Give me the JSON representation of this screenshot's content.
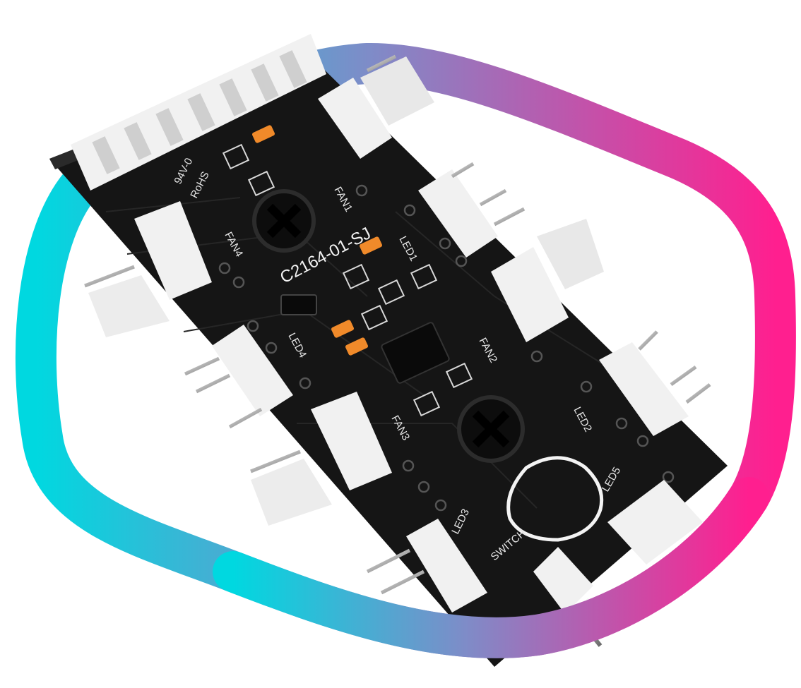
{
  "colors": {
    "ring_start": "#00D8E0",
    "ring_mid": "#7E8CC8",
    "ring_end": "#FF1F8F",
    "board": "#151515",
    "connector": "#F1F1F1",
    "smd_orange": "#F08A2A"
  },
  "board": {
    "model": "C2164-01-SJ",
    "rating": "94V-0",
    "compliance": "RoHS",
    "labels": {
      "fan1": "FAN1",
      "fan2": "FAN2",
      "fan3": "FAN3",
      "fan4": "FAN4",
      "led1": "LED1",
      "led2": "LED2",
      "led3": "LED3",
      "led4": "LED4",
      "led5": "LED5",
      "switch": "SWITCH"
    }
  }
}
